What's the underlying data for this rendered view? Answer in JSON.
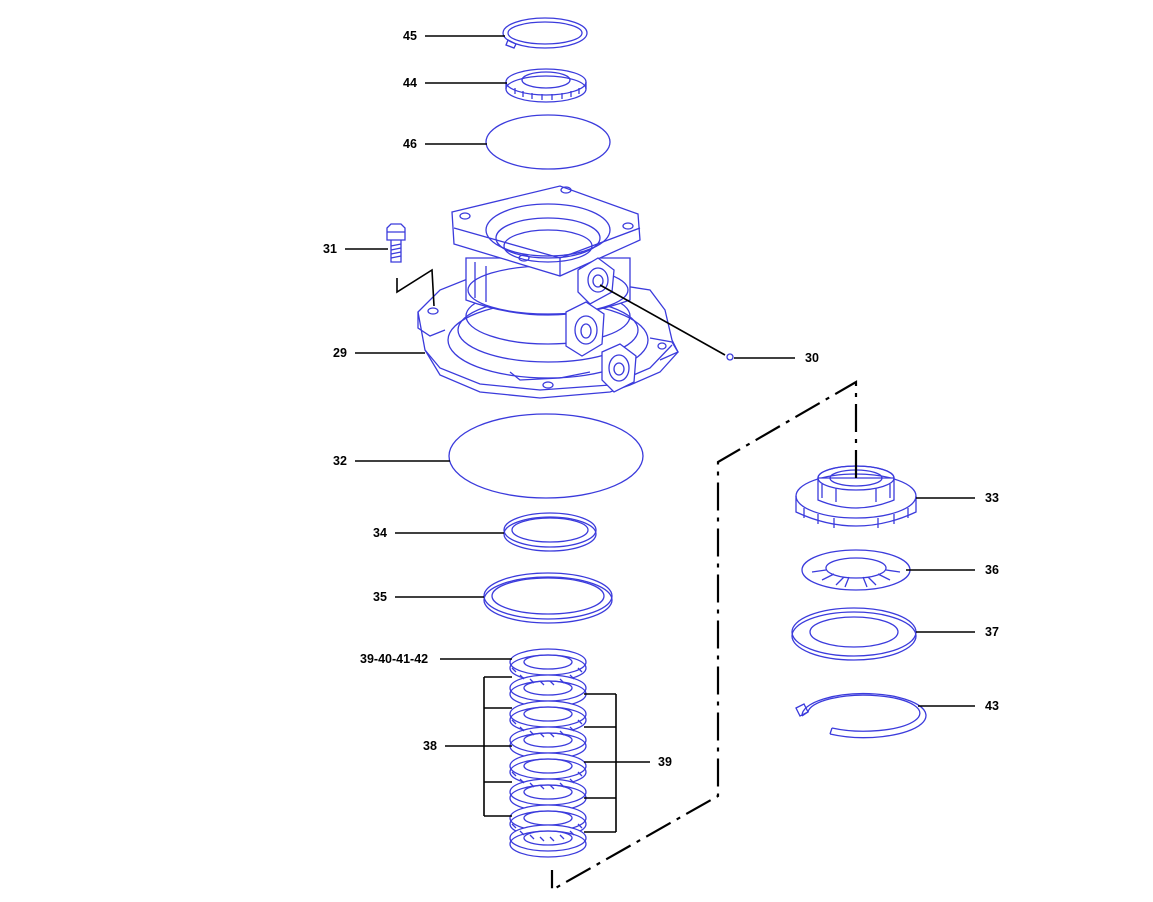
{
  "labels": {
    "p45": "45",
    "p44": "44",
    "p46": "46",
    "p31": "31",
    "p29": "29",
    "p30": "30",
    "p32": "32",
    "p34": "34",
    "p35": "35",
    "p3942": "39-40-41-42",
    "p38": "38",
    "p39": "39",
    "p33": "33",
    "p36": "36",
    "p37": "37",
    "p43": "43"
  },
  "colors": {
    "line": "#3b3bdc",
    "leader": "#000000",
    "background": "#ffffff"
  }
}
